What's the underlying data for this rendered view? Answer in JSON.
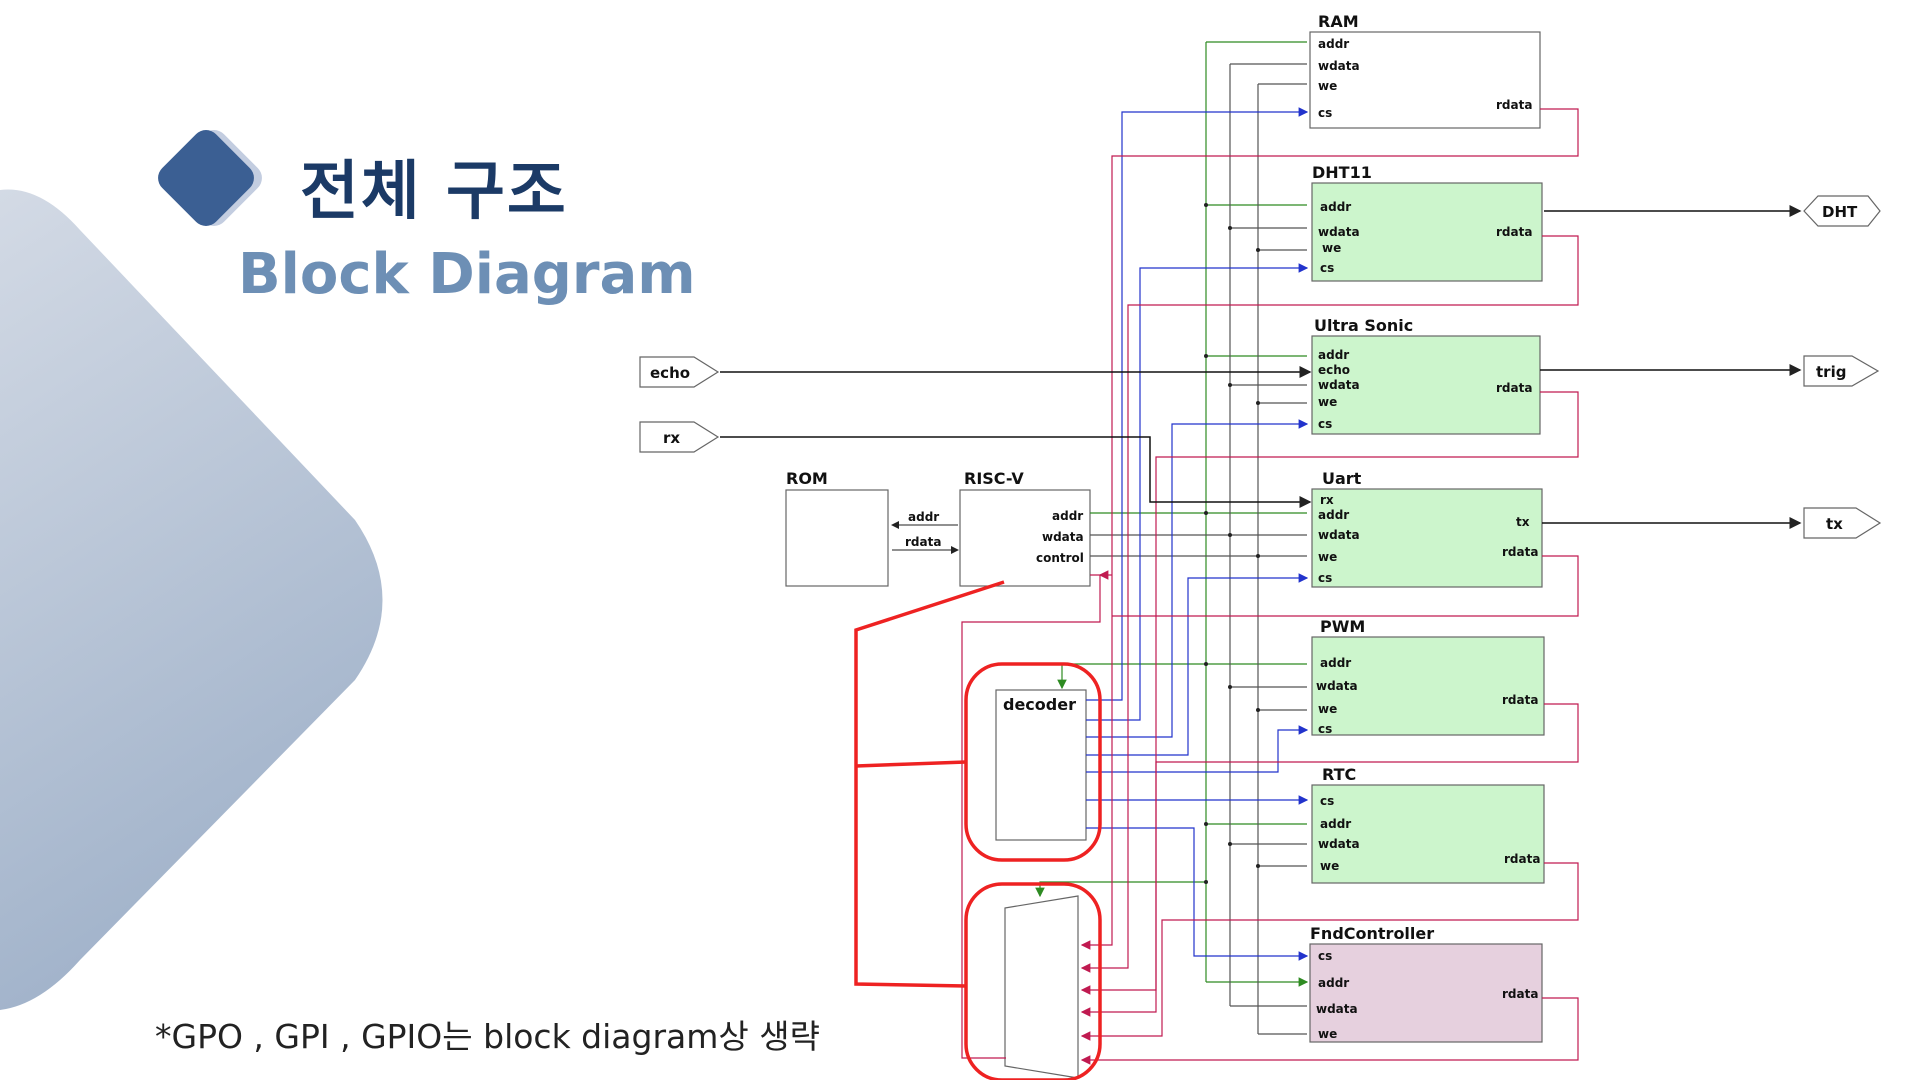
{
  "header": {
    "title": "전체 구조",
    "subtitle": "Block Diagram"
  },
  "footnote": "*GPO , GPI , GPIO는 block diagram상 생략",
  "colors": {
    "title": "#1b3a66",
    "subtitle": "#6d8fb5",
    "peripheral_green": "#ccf5cc",
    "fnd_pink": "#e6d0de",
    "wire_green": "#2e8b22",
    "wire_blue": "#2233cc",
    "wire_red": "#c01a50",
    "wire_gray": "#555555",
    "highlight_red": "#ee2222"
  },
  "pins": {
    "echo": "echo",
    "rx": "rx",
    "dht": "DHT",
    "trig": "trig",
    "tx": "tx"
  },
  "blocks": {
    "rom": {
      "title": "ROM"
    },
    "riscv": {
      "title": "RISC-V",
      "ports": [
        "addr",
        "wdata",
        "control"
      ],
      "bus_labels": [
        "addr",
        "rdata"
      ]
    },
    "decoder": {
      "title": "decoder"
    },
    "ram": {
      "title": "RAM",
      "ports": [
        "addr",
        "wdata",
        "we",
        "cs"
      ],
      "out": "rdata"
    },
    "dht11": {
      "title": "DHT11",
      "ports": [
        "addr",
        "wdata",
        "we",
        "cs"
      ],
      "out": "rdata"
    },
    "ultrasonic": {
      "title": "Ultra Sonic",
      "ports": [
        "addr",
        "echo",
        "wdata",
        "we",
        "cs"
      ],
      "out": "rdata"
    },
    "uart": {
      "title": "Uart",
      "ports": [
        "rx",
        "addr",
        "wdata",
        "we",
        "cs"
      ],
      "outs": [
        "tx",
        "rdata"
      ]
    },
    "pwm": {
      "title": "PWM",
      "ports": [
        "addr",
        "wdata",
        "we",
        "cs"
      ],
      "out": "rdata"
    },
    "rtc": {
      "title": "RTC",
      "ports": [
        "cs",
        "addr",
        "wdata",
        "we"
      ],
      "out": "rdata"
    },
    "fnd": {
      "title": "FndController",
      "ports": [
        "cs",
        "addr",
        "wdata",
        "we"
      ],
      "out": "rdata"
    }
  }
}
